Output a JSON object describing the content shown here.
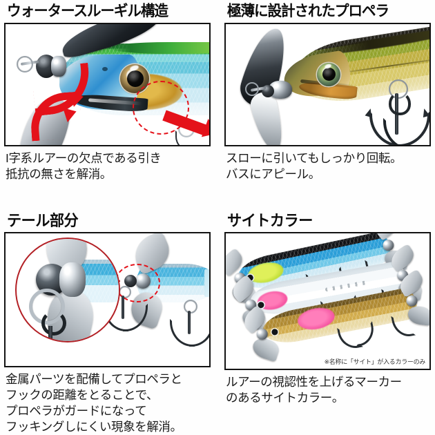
{
  "page": {
    "background_color": "#ffffff",
    "text_color": "#1a1a1a",
    "accent_red": "#e4121a",
    "circle_red": "#b32025",
    "panel_border_color": "#121212"
  },
  "panels": [
    {
      "id": "water-through-gill",
      "title": "ウォータースルーギル構造",
      "caption": "I字系ルアーの欠点である引き\n抵抗の無さを解消。",
      "photo_alt": "lure-head-closeup-with-red-arrows",
      "annotations": {
        "arrows": "red-flow-arrows",
        "highlight": "red-dashed-circle-gill"
      },
      "lure_colors": {
        "back": "#2e9a3f",
        "upper_flank": "#5ec8d8",
        "belly_flank": "#bfe6f0",
        "cheek_gold": "#c79a2c",
        "head_blue": "#2f8fd0"
      }
    },
    {
      "id": "ultra-thin-propeller",
      "title": "極薄に設計されたプロペラ",
      "caption": "スローに引いてもしっかり回転。\nバスにアピール。",
      "photo_alt": "lure-head-with-thin-propeller-and-treble-hook",
      "lure_colors": {
        "back": "#2f2b20",
        "upper_flank": "#9aa832",
        "mid_flank": "#c9b544",
        "belly": "#e3d79a",
        "jaw_orange": "#c98a3a"
      }
    },
    {
      "id": "tail-section",
      "title": "テール部分",
      "caption": "金属パーツを配備してプロペラと\nフックの距離をとることで、\nプロペラがガードになって\nフッキングしにくい現象を解消。",
      "photo_alt": "tail-closeup-magnified-with-red-circle-callout",
      "annotations": {
        "magnifier": "red-solid-circle-magnified-view",
        "target": "red-dashed-circle-on-tail",
        "connector": "red-leader-line"
      },
      "lure_colors": {
        "flank_blue": "#3fb6e0",
        "belly": "#eef6fa"
      }
    },
    {
      "id": "sight-color",
      "title": "サイトカラー",
      "caption": "ルアーの視認性を上げるマーカー\nのあるサイトカラー。",
      "photo_alt": "three-lures-showing-sight-colors",
      "footnote": "※名称に「サイト」が入るカラーのみ",
      "lures": [
        {
          "name": "blue-chartreuse-sight",
          "back": "#17181a",
          "flank": "#2fa8e0",
          "marker": "#c6e23a",
          "belly": "#dff0f7"
        },
        {
          "name": "clear-pink-sight",
          "back": "#e8eef2",
          "flank": "#f3f7fa",
          "marker": "#f2489a",
          "belly": "#fbfdfe"
        },
        {
          "name": "gold-pink-sight",
          "back": "#9a7b2e",
          "flank": "#c59a3e",
          "marker": "#f2489a",
          "belly": "#e4d3a0"
        }
      ]
    }
  ]
}
